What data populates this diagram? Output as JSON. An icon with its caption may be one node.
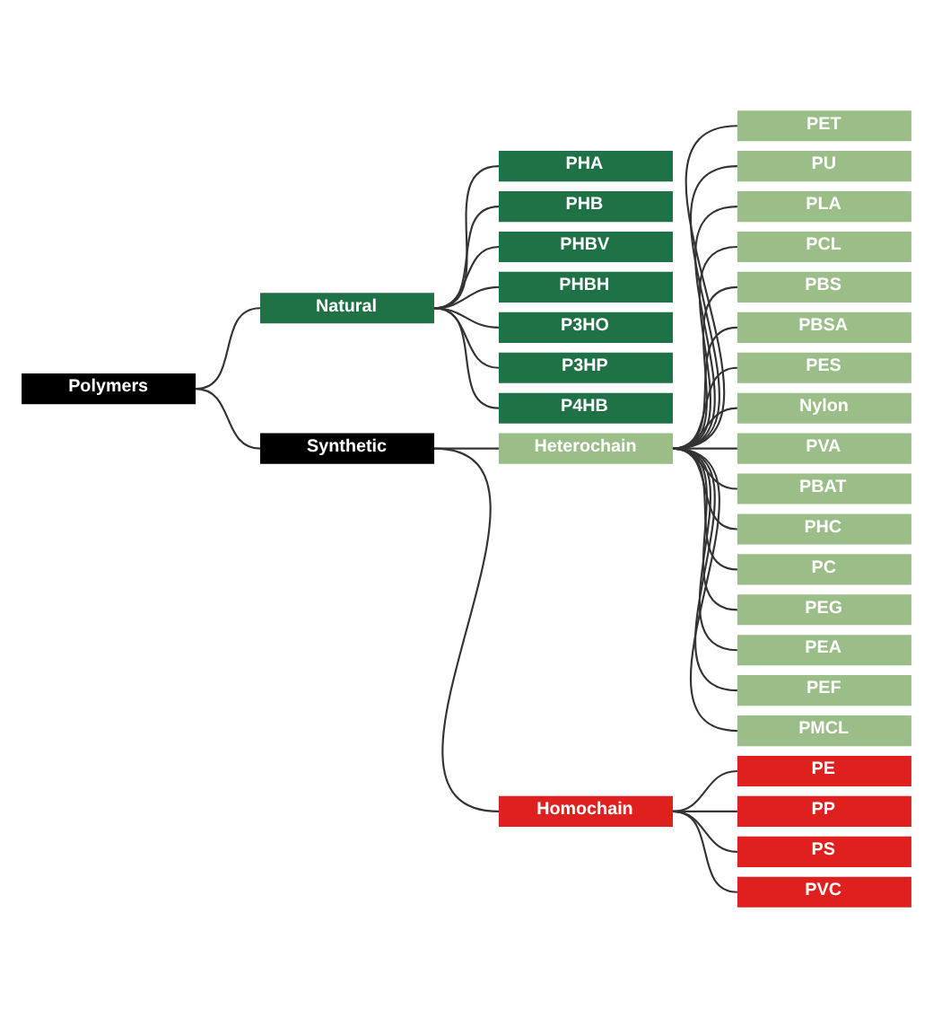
{
  "diagram": {
    "nodes": [
      {
        "text": [
          "Polymers"
        ]
      },
      {
        "text": [
          "Natural"
        ]
      },
      {
        "text": [
          "PHA"
        ]
      },
      {
        "text": [
          "PHB"
        ]
      },
      {
        "text": [
          "PHBV"
        ]
      },
      {
        "text": [
          "PHBH"
        ]
      },
      {
        "text": [
          "P3HO"
        ]
      },
      {
        "text": [
          "P3HP"
        ]
      },
      {
        "text": [
          "P4HB"
        ]
      },
      {
        "text": [
          "Synthetic"
        ]
      },
      {
        "text": [
          "Heterochain"
        ]
      },
      {
        "text": [
          "PET"
        ]
      },
      {
        "text": [
          "PU"
        ]
      },
      {
        "text": [
          "PLA"
        ]
      },
      {
        "text": [
          "PCL"
        ]
      },
      {
        "text": [
          "PBS"
        ]
      },
      {
        "text": [
          "PBSA"
        ]
      },
      {
        "text": [
          "PES"
        ]
      },
      {
        "text": [
          "Nylon"
        ]
      },
      {
        "text": [
          "PVA"
        ]
      },
      {
        "text": [
          "PBAT"
        ]
      },
      {
        "text": [
          "PHC"
        ]
      },
      {
        "text": [
          "PC"
        ]
      },
      {
        "text": [
          "PEG"
        ]
      },
      {
        "text": [
          "PEA"
        ]
      },
      {
        "text": [
          "PEF"
        ]
      },
      {
        "text": [
          "PMCL"
        ]
      },
      {
        "text": [
          "Homochain"
        ]
      },
      {
        "text": [
          "PE"
        ]
      },
      {
        "text": [
          "PP"
        ]
      },
      {
        "text": [
          "PS"
        ]
      },
      {
        "text": [
          "PVC"
        ]
      }
    ],
    "edges": [
      {
        "from": 0,
        "to": 1,
        "arrow": "none"
      },
      {
        "from": 0,
        "to": 9,
        "arrow": "none"
      },
      {
        "from": 1,
        "to": 2,
        "arrow": "none"
      },
      {
        "from": 1,
        "to": 3,
        "arrow": "none"
      },
      {
        "from": 1,
        "to": 4,
        "arrow": "none"
      },
      {
        "from": 1,
        "to": 5,
        "arrow": "none"
      },
      {
        "from": 1,
        "to": 6,
        "arrow": "none"
      },
      {
        "from": 1,
        "to": 7,
        "arrow": "none"
      },
      {
        "from": 1,
        "to": 8,
        "arrow": "none"
      },
      {
        "from": 9,
        "to": 10,
        "arrow": "none"
      },
      {
        "from": 9,
        "to": 27,
        "arrow": "none"
      },
      {
        "from": 10,
        "to": 11,
        "arrow": "none"
      },
      {
        "from": 10,
        "to": 12,
        "arrow": "none"
      },
      {
        "from": 10,
        "to": 13,
        "arrow": "none"
      },
      {
        "from": 10,
        "to": 14,
        "arrow": "none"
      },
      {
        "from": 10,
        "to": 15,
        "arrow": "none"
      },
      {
        "from": 10,
        "to": 16,
        "arrow": "none"
      },
      {
        "from": 10,
        "to": 17,
        "arrow": "none"
      },
      {
        "from": 10,
        "to": 18,
        "arrow": "none"
      },
      {
        "from": 10,
        "to": 19,
        "arrow": "none"
      },
      {
        "from": 10,
        "to": 20,
        "arrow": "none"
      },
      {
        "from": 10,
        "to": 21,
        "arrow": "none"
      },
      {
        "from": 10,
        "to": 22,
        "arrow": "none"
      },
      {
        "from": 10,
        "to": 23,
        "arrow": "none"
      },
      {
        "from": 10,
        "to": 24,
        "arrow": "none"
      },
      {
        "from": 10,
        "to": 25,
        "arrow": "none"
      },
      {
        "from": 10,
        "to": 26,
        "arrow": "none"
      },
      {
        "from": 27,
        "to": 28,
        "arrow": "none"
      },
      {
        "from": 27,
        "to": 29,
        "arrow": "none"
      },
      {
        "from": 27,
        "to": 30,
        "arrow": "none"
      },
      {
        "from": 27,
        "to": 31,
        "arrow": "none"
      }
    ]
  }
}
